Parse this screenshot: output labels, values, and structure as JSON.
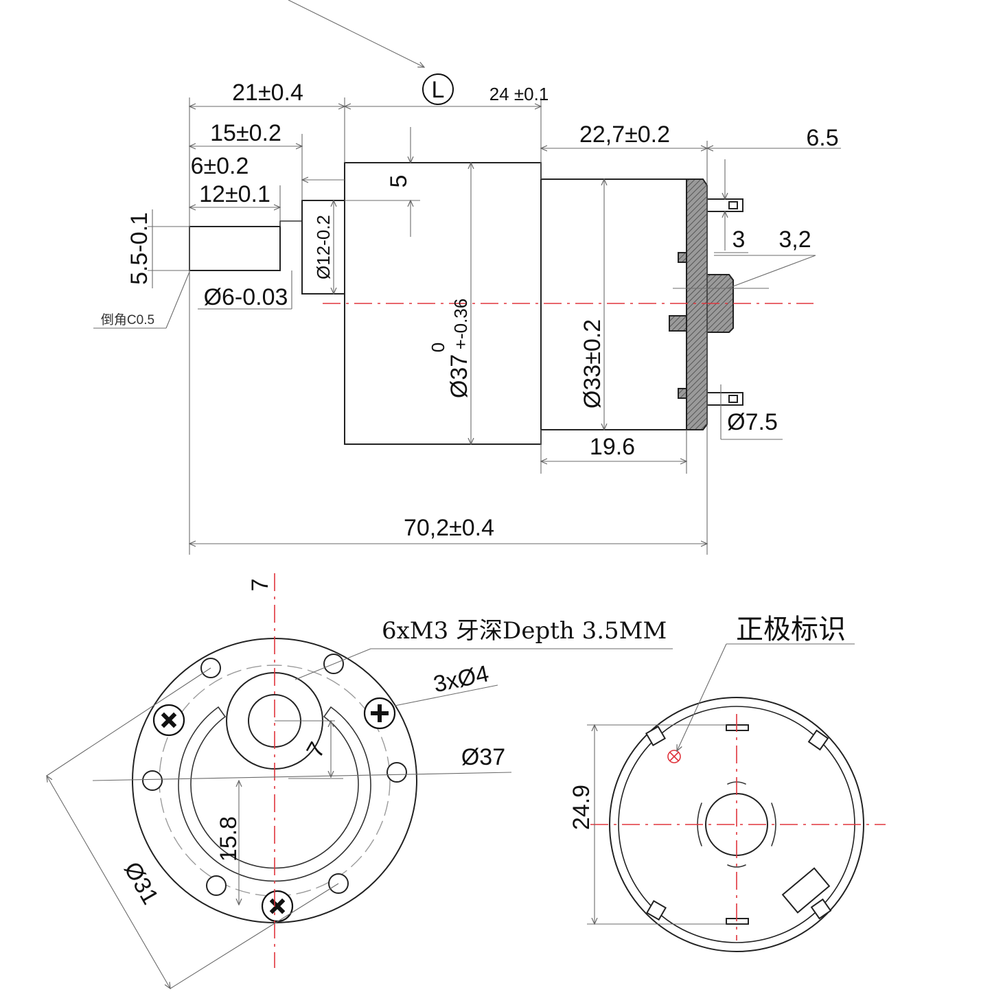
{
  "side_view": {
    "datum_symbol": "L",
    "dims": {
      "d_21": "21±0.4",
      "d_24": "24 ±0.1",
      "d_15": "15±0.2",
      "d_6": "6±0.2",
      "d_12": "12±0.1",
      "d_5": "5",
      "d_227": "22,7±0.2",
      "d_65": "6.5",
      "d_3": "3",
      "d_32": "3,2",
      "d_55": "5.5-0.1",
      "d_shaft": "Ø6-0.03",
      "chamfer": "倒角C0.5",
      "d_boss": "Ø12-0.2",
      "d_37_main": "Ø37",
      "d_37_upper": "0",
      "d_37_lower": "+-0.36",
      "d_33": "Ø33±0.2",
      "d_75": "Ø7.5",
      "d_196": "19.6",
      "d_702": "70,2±0.4"
    }
  },
  "front_view": {
    "d_7_top": "7",
    "thread_note": "6xM3 牙深Depth 3.5MM",
    "holes": "3xØ4",
    "d_37": "Ø37",
    "d_7_side": "7",
    "d_158": "15.8",
    "d_31": "Ø31"
  },
  "rear_view": {
    "polarity_label": "正极标识",
    "d_249": "24.9"
  },
  "colors": {
    "centerline": "#e0343c",
    "outline": "#222222",
    "hatch": "#777777"
  }
}
